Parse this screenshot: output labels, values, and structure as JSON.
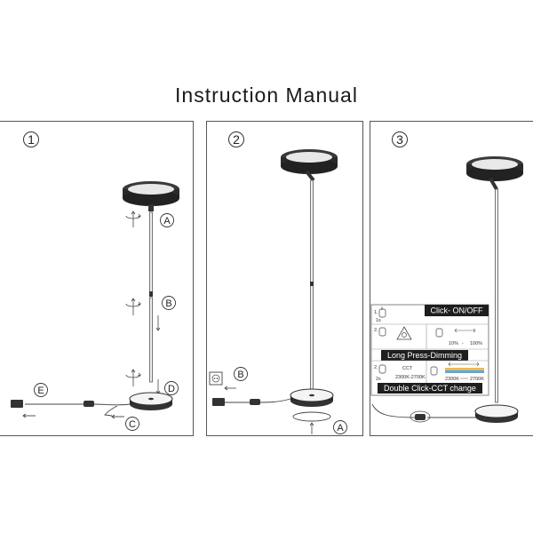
{
  "title": "Instruction  Manual",
  "panels": [
    {
      "number": "1",
      "callouts": [
        "A",
        "B",
        "C",
        "D",
        "E"
      ]
    },
    {
      "number": "2",
      "callouts": [
        "B",
        "A"
      ]
    },
    {
      "number": "3"
    }
  ],
  "control_table": {
    "row1": {
      "step": "1.",
      "gesture_label": "1s",
      "bar": "Click- ON/OFF"
    },
    "row2": {
      "step": "2.",
      "range_low": "10%",
      "dash": "-",
      "range_high": "100%",
      "bar": "Long Press-Dimming"
    },
    "row3": {
      "step": "2.",
      "gesture_label": "2s",
      "cct_label": "CCT",
      "cct_range": "2300K-2700K",
      "cct_low": "2300K",
      "cct_high": "2700K",
      "bar": "Double Click-CCT change"
    }
  },
  "colors": {
    "bar_bg": "#1e1e1e",
    "line": "#444444",
    "lamp_ring": "#2a2a2a",
    "cct_warm": "#f2b84b",
    "cct_cool": "#5aa9e6"
  }
}
